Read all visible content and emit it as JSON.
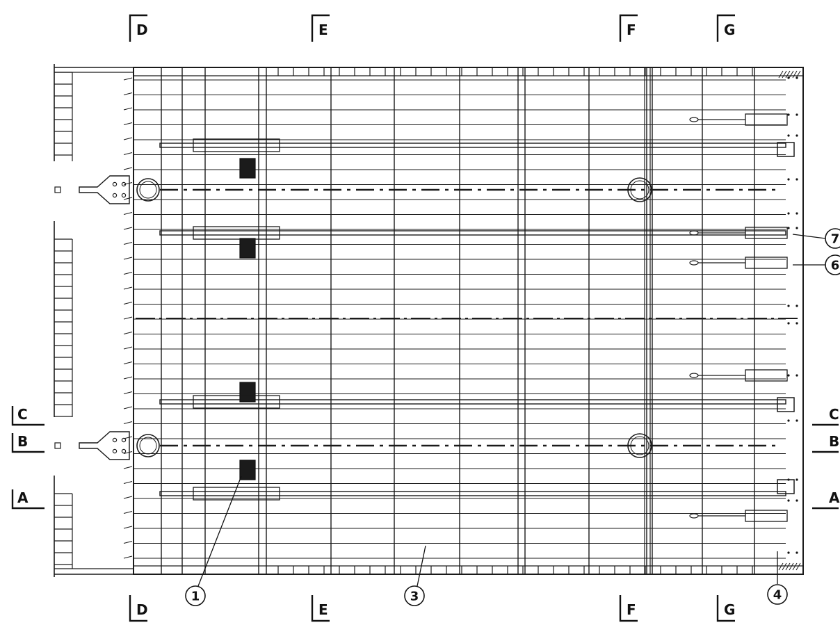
{
  "section_marks": {
    "top": [
      {
        "letter": "D"
      },
      {
        "letter": "E"
      },
      {
        "letter": "F"
      },
      {
        "letter": "G"
      }
    ],
    "bottom": [
      {
        "letter": "D"
      },
      {
        "letter": "E"
      },
      {
        "letter": "F"
      },
      {
        "letter": "G"
      }
    ],
    "left": [
      {
        "letter": "C"
      },
      {
        "letter": "B"
      },
      {
        "letter": "A"
      }
    ],
    "right": [
      {
        "letter": "C"
      },
      {
        "letter": "B"
      },
      {
        "letter": "A"
      }
    ]
  },
  "callouts": [
    {
      "number": "1"
    },
    {
      "number": "3"
    },
    {
      "number": "4"
    },
    {
      "number": "6"
    },
    {
      "number": "7"
    }
  ]
}
